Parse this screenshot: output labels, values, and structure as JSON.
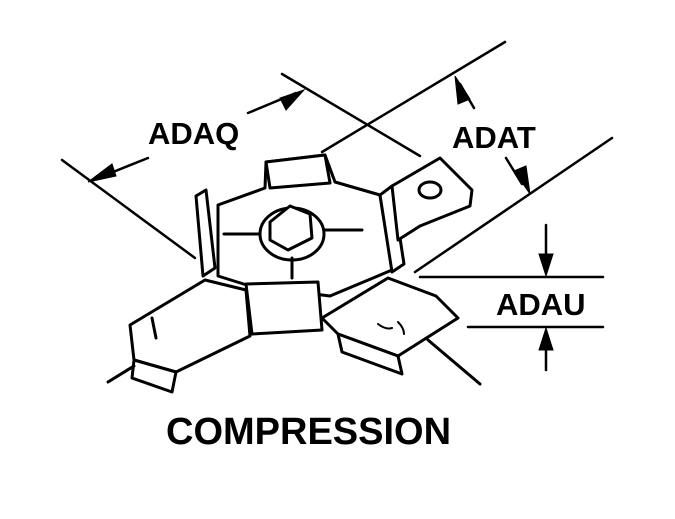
{
  "diagram": {
    "dimensions": {
      "adaq": "ADAQ",
      "adat": "ADAT",
      "adau": "ADAU"
    },
    "caption": "COMPRESSION"
  }
}
